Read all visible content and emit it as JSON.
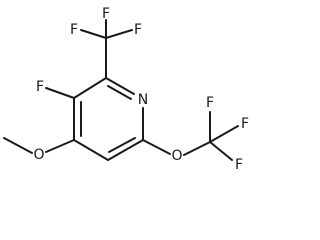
{
  "molecule": {
    "atoms": [
      {
        "id": "F1",
        "label": "F"
      },
      {
        "id": "F2",
        "label": "F"
      },
      {
        "id": "F3",
        "label": "F"
      },
      {
        "id": "F4",
        "label": "F"
      },
      {
        "id": "N1",
        "label": "N"
      },
      {
        "id": "O1",
        "label": "O"
      },
      {
        "id": "O2",
        "label": "O"
      },
      {
        "id": "F5",
        "label": "F"
      },
      {
        "id": "F6",
        "label": "F"
      },
      {
        "id": "F7",
        "label": "F"
      }
    ]
  }
}
